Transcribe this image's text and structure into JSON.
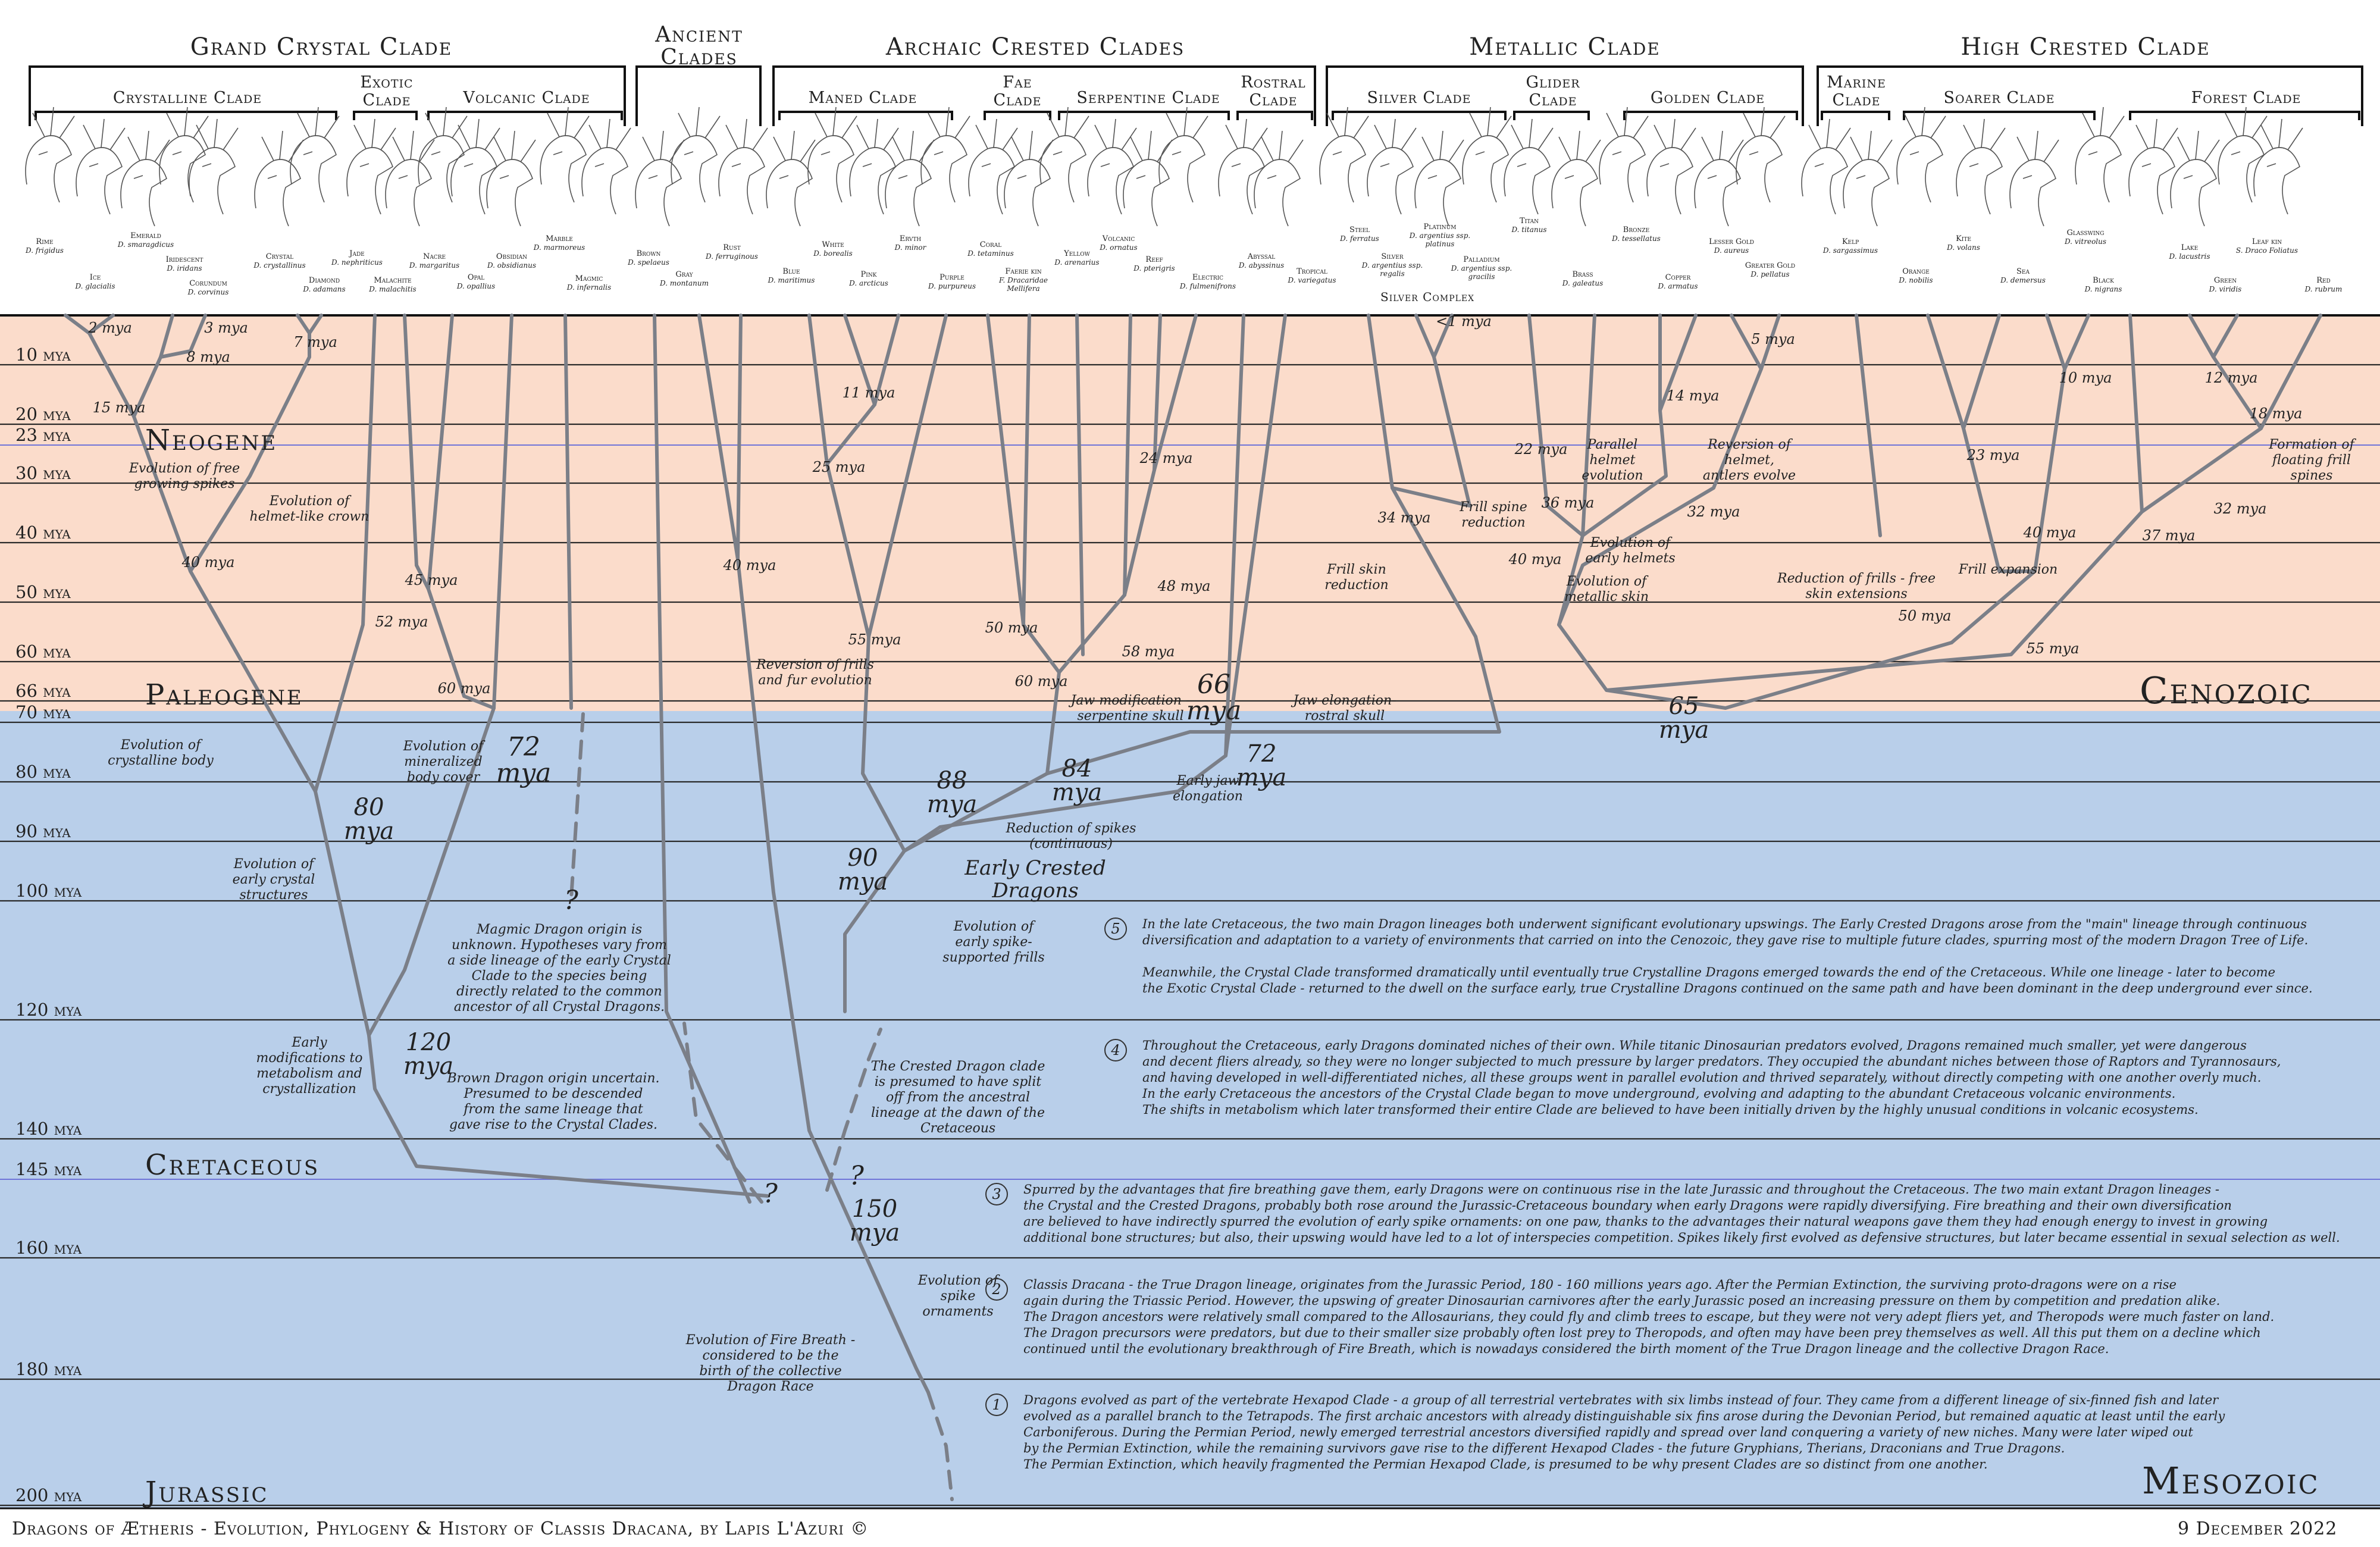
{
  "colors": {
    "cenozoic_bg": "#fbdccb",
    "mesozoic_bg": "#b9cfea",
    "branch": "#7b7f88",
    "boundary": "#6f74d8",
    "grid": "#222222"
  },
  "clades": [
    {
      "id": "grand",
      "label": "Grand Crystal Clade"
    },
    {
      "id": "ancient",
      "label": "Ancient Clades"
    },
    {
      "id": "archaic",
      "label": "Archaic Crested Clades"
    },
    {
      "id": "metallic",
      "label": "Metallic Clade"
    },
    {
      "id": "high",
      "label": "High Crested Clade"
    }
  ],
  "subclades": [
    {
      "label": "Crystalline Clade"
    },
    {
      "label": "Exotic Clade"
    },
    {
      "label": "Volcanic Clade"
    },
    {
      "label": "Maned Clade"
    },
    {
      "label": "Fae Clade"
    },
    {
      "label": "Serpentine Clade"
    },
    {
      "label": "Rostral Clade"
    },
    {
      "label": "Silver Clade"
    },
    {
      "label": "Glider Clade"
    },
    {
      "label": "Golden Clade"
    },
    {
      "label": "Marine Clade"
    },
    {
      "label": "Soarer Clade"
    },
    {
      "label": "Forest Clade"
    }
  ],
  "species": [
    {
      "name": "Rime",
      "sci": "D. frigidus"
    },
    {
      "name": "Ice",
      "sci": "D. glacialis"
    },
    {
      "name": "Emerald",
      "sci": "D. smaragdicus"
    },
    {
      "name": "Iridescent",
      "sci": "D. iridans"
    },
    {
      "name": "Corundum",
      "sci": "D. corvinus"
    },
    {
      "name": "Crystal",
      "sci": "D. crystallinus"
    },
    {
      "name": "Diamond",
      "sci": "D. adamans"
    },
    {
      "name": "Jade",
      "sci": "D. nephriticus"
    },
    {
      "name": "Malachite",
      "sci": "D. malachitis"
    },
    {
      "name": "Nacre",
      "sci": "D. margaritus"
    },
    {
      "name": "Opal",
      "sci": "D. opallius"
    },
    {
      "name": "Obsidian",
      "sci": "D. obsidianus"
    },
    {
      "name": "Marble",
      "sci": "D. marmoreus"
    },
    {
      "name": "Magmic",
      "sci": "D. infernalis"
    },
    {
      "name": "Brown",
      "sci": "D. spelaeus"
    },
    {
      "name": "Gray",
      "sci": "D. montanum"
    },
    {
      "name": "Rust",
      "sci": "D. ferruginous"
    },
    {
      "name": "Blue",
      "sci": "D. maritimus"
    },
    {
      "name": "White",
      "sci": "D. borealis"
    },
    {
      "name": "Pink",
      "sci": "D. arcticus"
    },
    {
      "name": "Ervth",
      "sci": "D. minor"
    },
    {
      "name": "Purple",
      "sci": "D. purpureus"
    },
    {
      "name": "Coral",
      "sci": "D. tetaminus"
    },
    {
      "name": "Faerie kin",
      "sci": "F. Dracaridae Mellifera"
    },
    {
      "name": "Yellow",
      "sci": "D. arenarius"
    },
    {
      "name": "Volcanic",
      "sci": "D. ornatus"
    },
    {
      "name": "Reef",
      "sci": "D. pterigris"
    },
    {
      "name": "Electric",
      "sci": "D. fulmenifrons"
    },
    {
      "name": "Abyssal",
      "sci": "D. abyssinus"
    },
    {
      "name": "Tropical",
      "sci": "D. variegatus"
    },
    {
      "name": "Steel",
      "sci": "D. ferratus"
    },
    {
      "name": "Silver",
      "sci": "D. argentius ssp. regalis"
    },
    {
      "name": "Platinum",
      "sci": "D. argentius ssp. platinus"
    },
    {
      "name": "Palladium",
      "sci": "D. argentius ssp. gracilis"
    },
    {
      "name": "Titan",
      "sci": "D. titanus"
    },
    {
      "name": "Brass",
      "sci": "D. galeatus"
    },
    {
      "name": "Bronze",
      "sci": "D. tessellatus"
    },
    {
      "name": "Copper",
      "sci": "D. armatus"
    },
    {
      "name": "Lesser Gold",
      "sci": "D. aureus"
    },
    {
      "name": "Greater Gold",
      "sci": "D. pellatus"
    },
    {
      "name": "Kelp",
      "sci": "D. sargassimus"
    },
    {
      "name": "Orange",
      "sci": "D. nobilis"
    },
    {
      "name": "Kite",
      "sci": "D. volans"
    },
    {
      "name": "Sea",
      "sci": "D. demersus"
    },
    {
      "name": "Glasswing",
      "sci": "D. vitreolus"
    },
    {
      "name": "Black",
      "sci": "D. nigrans"
    },
    {
      "name": "Lake",
      "sci": "D. lacustris"
    },
    {
      "name": "Green",
      "sci": "D. viridis"
    },
    {
      "name": "Leaf kin",
      "sci": "S. Draco Foliatus"
    },
    {
      "name": "Red",
      "sci": "D. rubrum"
    }
  ],
  "silver_complex": "Silver Complex",
  "timeline": [
    "10 mya",
    "20 mya",
    "23 mya",
    "30 mya",
    "40 mya",
    "50 mya",
    "60 mya",
    "66 mya",
    "70 mya",
    "80 mya",
    "90 mya",
    "100 mya",
    "120 mya",
    "140 mya",
    "145 mya",
    "160 mya",
    "180 mya",
    "200 mya"
  ],
  "periods": {
    "neogene": "Neogene",
    "paleogene": "Paleogene",
    "cretaceous": "Cretaceous",
    "jurassic": "Jurassic"
  },
  "eras": {
    "cenozoic": "Cenozoic",
    "mesozoic": "Mesozoic"
  },
  "nodes": [
    "2 mya",
    "3 mya",
    "8 mya",
    "7 mya",
    "15 mya",
    "40 mya",
    "45 mya",
    "52 mya",
    "60 mya",
    "72 mya",
    "80 mya",
    "120 mya",
    "40 mya",
    "150 mya",
    "11 mya",
    "25 mya",
    "55 mya",
    "24 mya",
    "48 mya",
    "50 mya",
    "58 mya",
    "60 mya",
    "66 mya",
    "72 mya",
    "84 mya",
    "88 mya",
    "90 mya",
    "<1 mya",
    "22 mya",
    "34 mya",
    "36 mya",
    "40 mya",
    "14 mya",
    "5 mya",
    "32 mya",
    "65 mya",
    "10 mya",
    "23 mya",
    "40 mya",
    "50 mya",
    "55 mya",
    "12 mya",
    "18 mya",
    "32 mya",
    "37 mya"
  ],
  "notes": [
    "Evolution of free growing spikes",
    "Evolution of helmet-like crown",
    "Evolution of crystalline body",
    "Evolution of mineralized body cover",
    "Evolution of early crystal structures",
    "Magmic Dragon origin is unknown. Hypotheses vary from a side lineage of the early Crystal Clade to the species being directly related to the common ancestor of all Crystal Dragons.",
    "Early modifications to metabolism and crystallization",
    "Brown Dragon origin uncertain. Presumed to be descended from the same lineage that gave rise to the Crystal Clades.",
    "Evolution of Fire Breath - considered to be the birth of the collective Dragon Race",
    "Evolution of spike ornaments",
    "The Crested Dragon clade is presumed to have split off from the ancestral lineage at the dawn of the Cretaceous",
    "Evolution of early spike-supported frills",
    "Early Crested Dragons",
    "Reduction of spikes (continuous)",
    "Reversion of frills and fur evolution",
    "Jaw modification - serpentine skull",
    "Jaw elongation- rostral skull",
    "Early jaw elongation",
    "Frill skin reduction",
    "Frill spine reduction",
    "Parallel helmet evolution",
    "Evolution of early helmets",
    "Evolution of metallic skin",
    "Reversion of helmet, antlers evolve",
    "Reduction of frills - free skin extensions",
    "Frill expansion",
    "Formation of floating frill spines",
    "?"
  ],
  "stories": [
    {
      "num": "5",
      "text": "In the late Cretaceous, the two main Dragon lineages both underwent significant evolutionary upswings. The Early Crested Dragons arose from the \"main\" lineage through continuous\ndiversification and adaptation to a variety of environments that carried on into the Cenozoic, they gave rise to multiple future clades, spurring most of the modern Dragon Tree of Life.\n\nMeanwhile, the Crystal Clade transformed dramatically until eventually true Crystalline Dragons emerged towards the end of the Cretaceous. While one lineage - later to become\nthe Exotic Crystal Clade - returned to the dwell on the surface early, true Crystalline Dragons continued on the same path and have been dominant in the deep underground ever since."
    },
    {
      "num": "4",
      "text": "Throughout the Cretaceous, early Dragons dominated niches of their own. While titanic Dinosaurian predators evolved, Dragons remained much smaller, yet were dangerous\nand decent fliers already, so they were no longer subjected to much pressure by larger predators. They occupied the abundant niches between those of Raptors and Tyrannosaurs,\nand having developed in well-differentiated niches, all these groups went in parallel evolution and thrived separately, without directly competing with one another overly much.\nIn the early Cretaceous the ancestors of the Crystal Clade began to move underground, evolving and adapting to the abundant Cretaceous volcanic environments.\nThe shifts in metabolism which later transformed their entire Clade are believed to have been initially driven by the highly unusual conditions in volcanic ecosystems."
    },
    {
      "num": "3",
      "text": "Spurred by the advantages that fire breathing gave them, early Dragons were on continuous rise in the late Jurassic and throughout the Cretaceous. The two main extant Dragon lineages -\nthe Crystal and the Crested Dragons, probably both rose around the Jurassic-Cretaceous boundary when early Dragons were rapidly diversifying. Fire breathing and their own diversification\nare believed to have indirectly spurred the evolution of early spike ornaments: on one paw, thanks to the advantages their natural weapons gave them they had enough energy to invest in growing\nadditional bone structures; but also, their upswing would have led to a lot of interspecies competition. Spikes likely first evolved as defensive structures, but later became essential in sexual selection as well."
    },
    {
      "num": "2",
      "text": "Classis Dracana - the True Dragon lineage, originates from the Jurassic Period, 180 - 160 millions years ago. After the Permian Extinction, the surviving proto-dragons were on a rise\nagain during the Triassic Period. However, the upswing of greater Dinosaurian carnivores after the early Jurassic posed an increasing pressure on them by competition and predation alike.\nThe Dragon ancestors were relatively small compared to the Allosaurians, they could fly and climb trees to escape, but they were not very adept fliers yet, and Theropods were much faster on land.\nThe Dragon precursors were predators, but due to their smaller size probably often lost prey to Theropods, and often may have been prey themselves as well. All this put them on a decline which\ncontinued until the evolutionary breakthrough of Fire Breath, which is nowadays considered the birth moment of the True Dragon lineage and the collective Dragon Race."
    },
    {
      "num": "1",
      "text": "Dragons evolved as part of the vertebrate Hexapod Clade - a group of all terrestrial vertebrates with six limbs instead of four. They came from a different lineage of six-finned fish and later\nevolved as a parallel branch to the Tetrapods. The first archaic ancestors with already distinguishable six fins arose during the Devonian Period, but remained aquatic at least until the early\nCarboniferous. During the Permian Period, newly emerged terrestrial ancestors diversified rapidly and spread over land conquering a variety of new niches. Many were later wiped out\nby the Permian Extinction, while the remaining survivors gave rise to the different Hexapod Clades - the future Gryphians, Therians, Draconians and True Dragons.\nThe Permian Extinction, which heavily fragmented the Permian Hexapod Clade, is presumed to be why present Clades are so distinct from one another."
    }
  ],
  "footer": {
    "left": "Dragons of Ætheris - Evolution, Phylogeny & History of Classis Dracana, by Lapis L'Azuri ©",
    "right": "9 December 2022"
  }
}
